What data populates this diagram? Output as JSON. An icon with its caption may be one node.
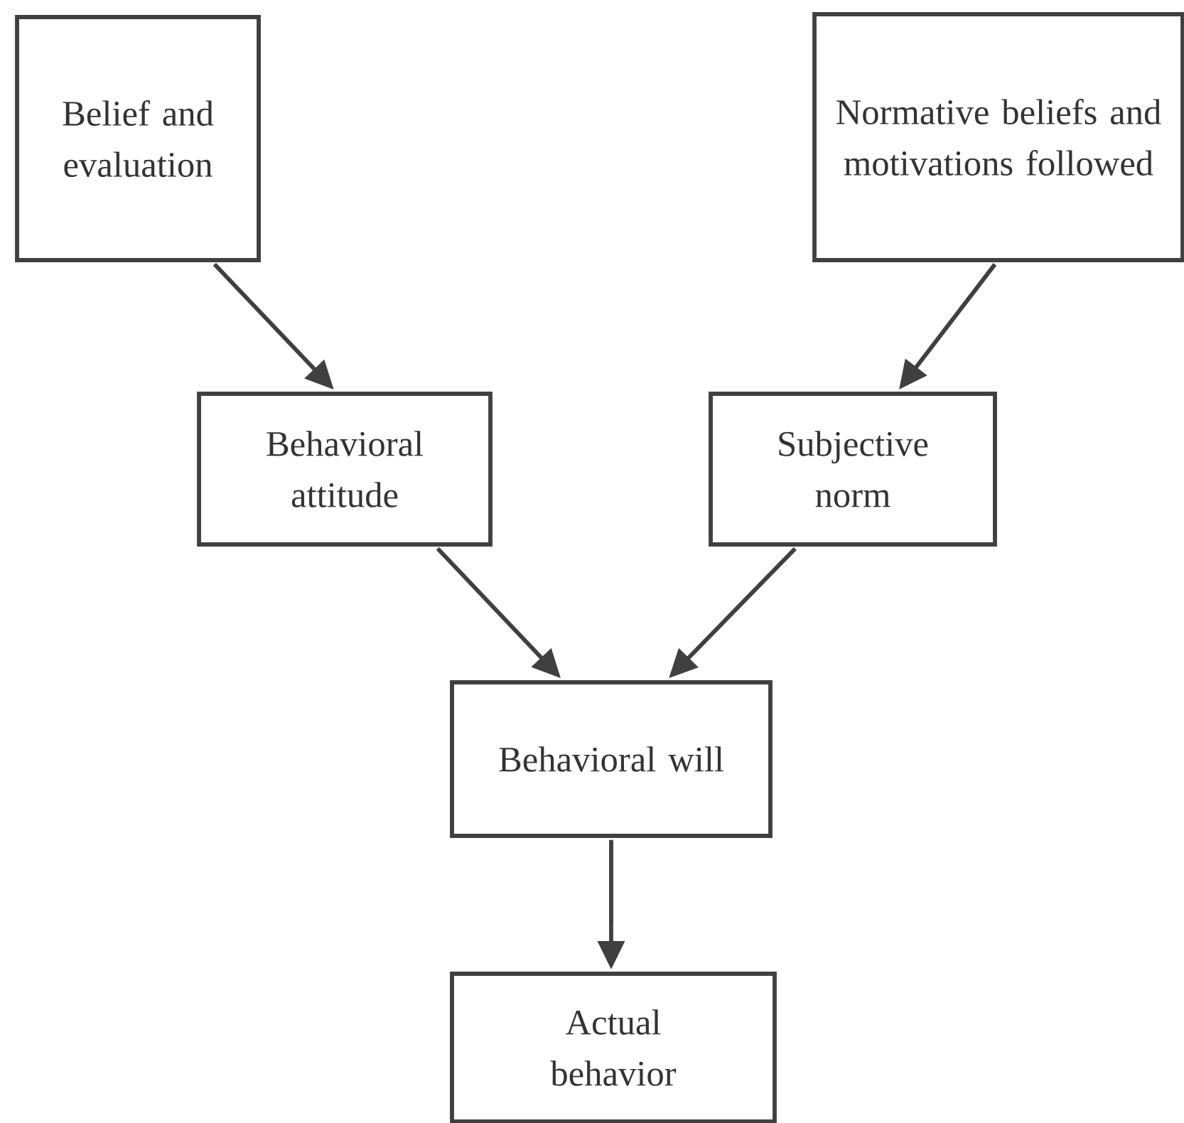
{
  "diagram": {
    "nodes": [
      {
        "text": [
          "Belief and evaluation"
        ]
      },
      {
        "text": [
          "Normative beliefs and motivations followed"
        ]
      },
      {
        "text": [
          "Behavioral attitude"
        ]
      },
      {
        "text": [
          "Subjective norm"
        ]
      },
      {
        "text": [
          "Behavioral will"
        ]
      },
      {
        "text": [
          "Actual behavior"
        ]
      }
    ],
    "edges": [
      {
        "from": 0,
        "to": 2,
        "arrow": "to"
      },
      {
        "from": 1,
        "to": 3,
        "arrow": "to"
      },
      {
        "from": 2,
        "to": 4,
        "arrow": "to"
      },
      {
        "from": 3,
        "to": 4,
        "arrow": "to"
      },
      {
        "from": 4,
        "to": 5,
        "arrow": "to"
      }
    ]
  }
}
